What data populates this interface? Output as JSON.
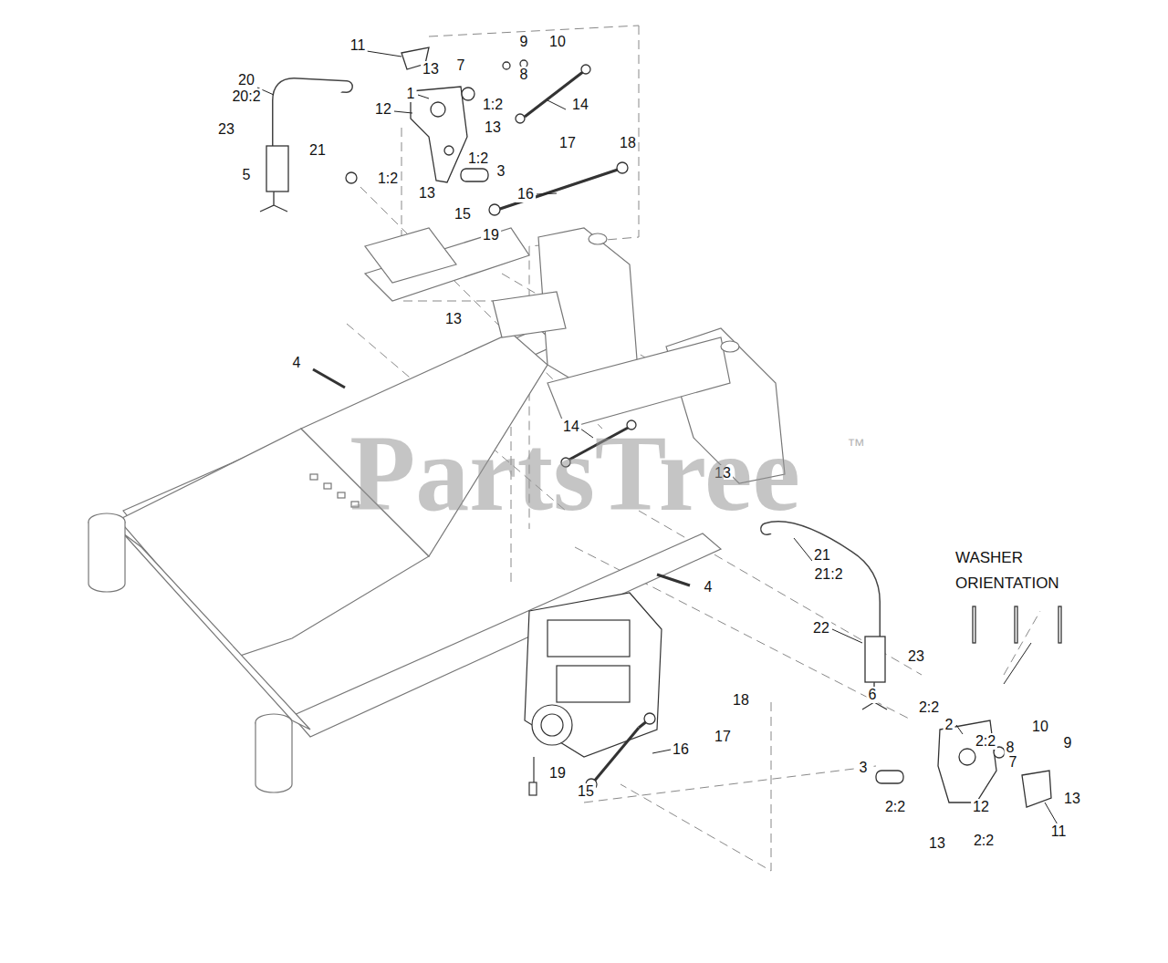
{
  "diagram": {
    "labels": [
      "11",
      "13",
      "9",
      "10",
      "7",
      "8",
      "20",
      "20:2",
      "1",
      "1:2",
      "14",
      "12",
      "23",
      "13",
      "21",
      "1:2",
      "17",
      "18",
      "5",
      "1:2",
      "3",
      "16",
      "13",
      "15",
      "19",
      "13",
      "4",
      "14",
      "13",
      "4",
      "21",
      "21:2",
      "WASHER ORIENTATION",
      "22",
      "23",
      "6",
      "18",
      "17",
      "2:2",
      "2",
      "10",
      "2:2",
      "8",
      "9",
      "7",
      "16",
      "19",
      "15",
      "3",
      "2:2",
      "12",
      "13",
      "11",
      "13",
      "2:2",
      "PartsTree",
      "™"
    ]
  }
}
